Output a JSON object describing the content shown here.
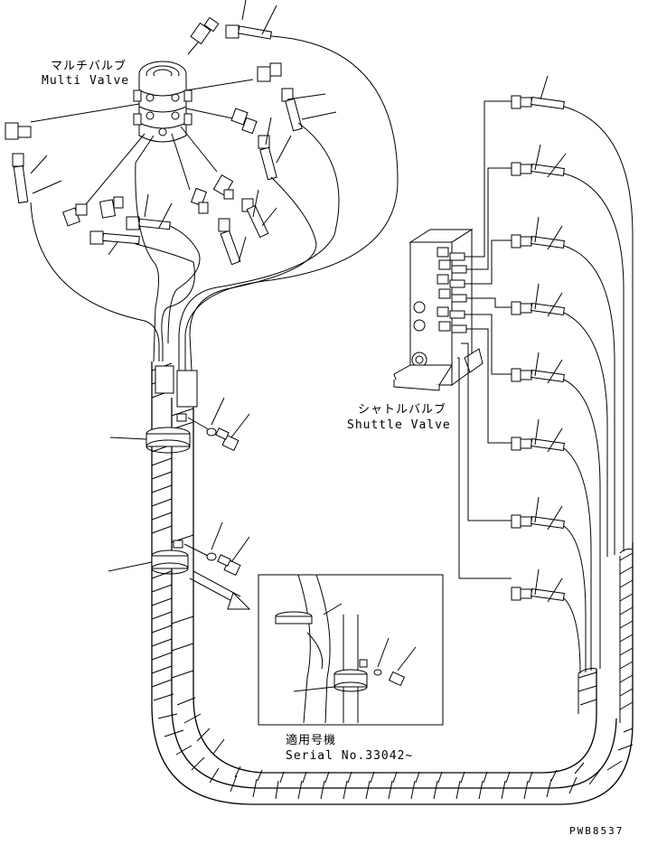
{
  "labels": {
    "multi_valve_jp": "マルチバルブ",
    "multi_valve_en": "Multi Valve",
    "shuttle_valve_jp": "シャトルバルブ",
    "shuttle_valve_en": "Shuttle Valve",
    "serial_jp": "適用号機",
    "serial_en": "Serial No.33042~",
    "drawing_code": "PWB8537"
  }
}
